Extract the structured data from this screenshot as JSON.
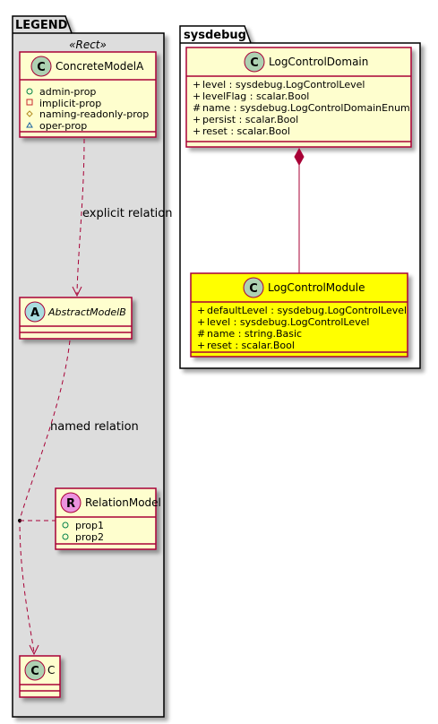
{
  "legend": {
    "title": "LEGEND",
    "stereotype": "«Rect»",
    "concrete_model": {
      "name": "ConcreteModelA",
      "icon": "C",
      "attributes": [
        {
          "visibility": "+",
          "name": "admin-prop"
        },
        {
          "visibility": "-",
          "name": "implicit-prop"
        },
        {
          "visibility": "#",
          "name": "naming-readonly-prop"
        },
        {
          "visibility": "~",
          "name": "oper-prop"
        }
      ]
    },
    "abstract_model": {
      "name": "AbstractModelB",
      "icon": "A"
    },
    "relation_model": {
      "name": "RelationModel",
      "icon": "R",
      "attributes": [
        {
          "visibility": "+",
          "name": "prop1"
        },
        {
          "visibility": "+",
          "name": "prop2"
        }
      ]
    },
    "class_c": {
      "name": "C",
      "icon": "C"
    },
    "edges": {
      "explicit_label": "explicit relation",
      "named_label": "named relation"
    }
  },
  "sysdebug": {
    "title": "sysdebug",
    "log_control_domain": {
      "name": "LogControlDomain",
      "icon": "C",
      "attributes": [
        "level : sysdebug.LogControlLevel",
        "levelFlag : scalar.Bool",
        "name : sysdebug.LogControlDomainEnum",
        "persist : scalar.Bool",
        "reset : scalar.Bool"
      ],
      "visibilities": [
        "+",
        "+",
        "#",
        "+",
        "+"
      ]
    },
    "log_control_module": {
      "name": "LogControlModule",
      "icon": "C",
      "attributes": [
        "defaultLevel : sysdebug.LogControlLevel",
        "level : sysdebug.LogControlLevel",
        "name : string.Basic",
        "reset : scalar.Bool"
      ],
      "visibilities": [
        "+",
        "+",
        "#",
        "+"
      ]
    }
  },
  "colors": {
    "class_fill": "#FEFECE",
    "highlight_fill": "#FFFF00",
    "border": "#A80036",
    "package_fill": "#DDDDDD",
    "circle_c": "#ADD1B2",
    "circle_a": "#A9DCDF",
    "circle_r": "#EB93DF"
  }
}
